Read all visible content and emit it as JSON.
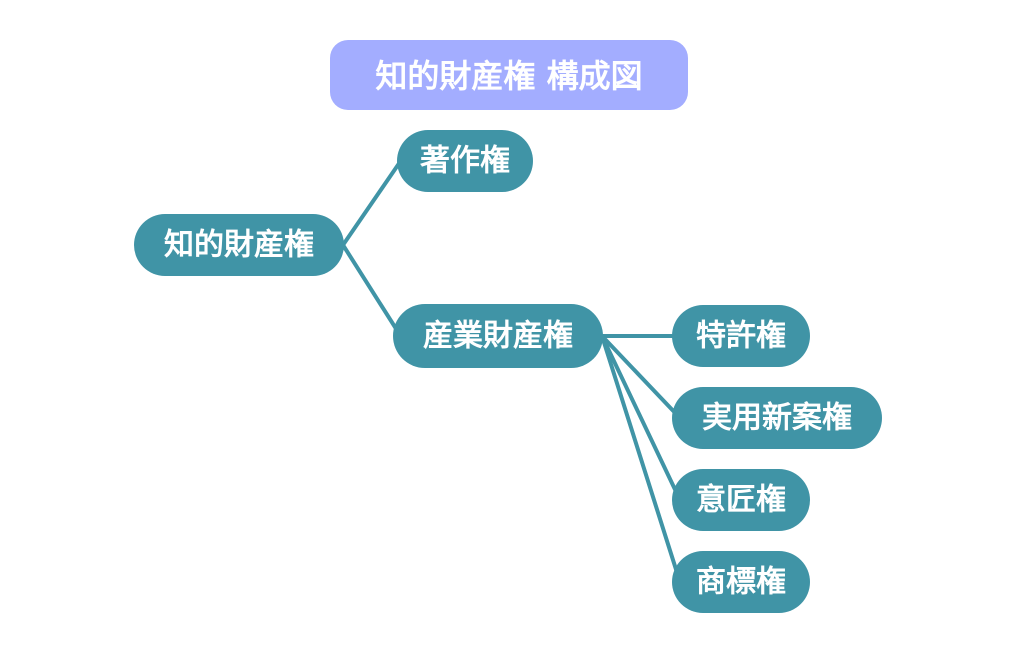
{
  "title": "知的財産権 構成図",
  "colors": {
    "title_bg": "#a3adff",
    "node_bg": "#4094a6",
    "edge": "#4094a6",
    "text": "#ffffff",
    "background": "#ffffff"
  },
  "nodes": {
    "root": "知的財産権",
    "copyright": "著作権",
    "industrial": "産業財産権",
    "patent": "特許権",
    "utility": "実用新案権",
    "design": "意匠権",
    "trademark": "商標権"
  },
  "edges": [
    [
      "root",
      "copyright"
    ],
    [
      "root",
      "industrial"
    ],
    [
      "industrial",
      "patent"
    ],
    [
      "industrial",
      "utility"
    ],
    [
      "industrial",
      "design"
    ],
    [
      "industrial",
      "trademark"
    ]
  ]
}
